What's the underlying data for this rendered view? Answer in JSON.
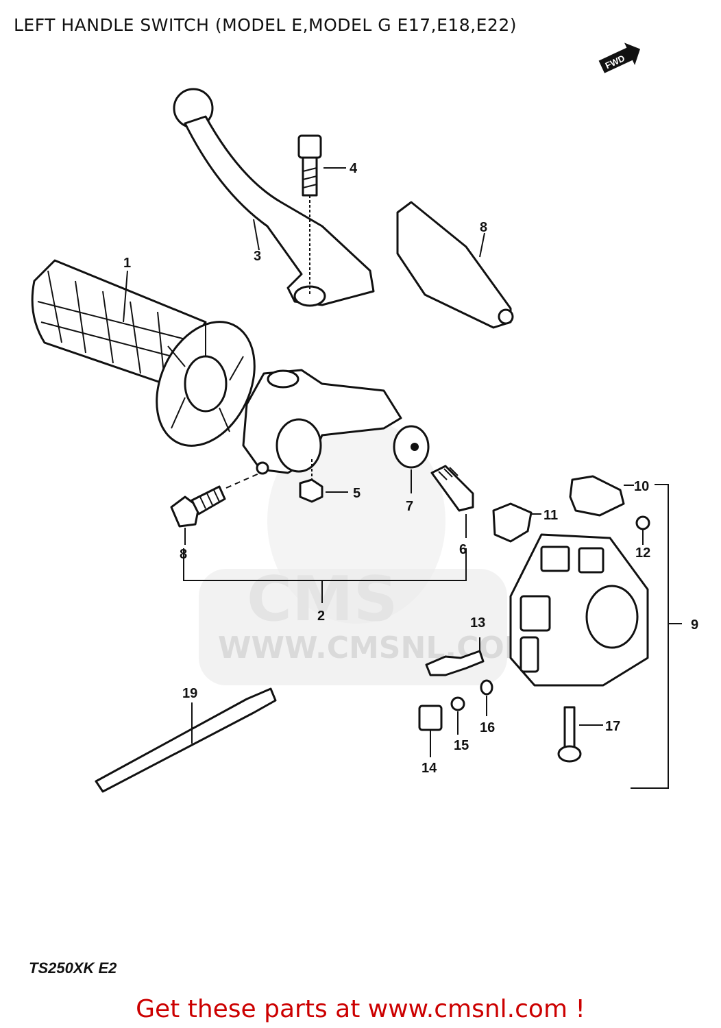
{
  "title": "LEFT HANDLE SWITCH (MODEL E,MODEL G E17,E18,E22)",
  "model_code": "TS250XK E2",
  "call_to_action": "Get these parts at www.cmsnl.com !",
  "watermark": {
    "brand": "CMS",
    "url": "WWW.CMSNL.COM"
  },
  "front_arrow_label": "FWD",
  "callouts": [
    "1",
    "2",
    "3",
    "4",
    "5",
    "6",
    "7",
    "8",
    "8",
    "9",
    "10",
    "11",
    "12",
    "13",
    "14",
    "15",
    "16",
    "17",
    "19"
  ],
  "colors": {
    "cta": "#cc0000",
    "line": "#111111",
    "watermark": "#e4e4e4"
  }
}
